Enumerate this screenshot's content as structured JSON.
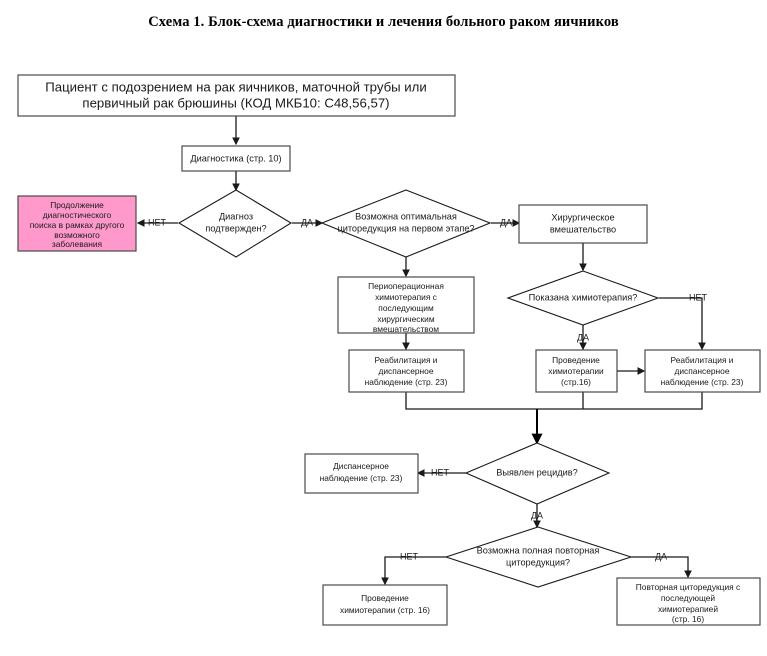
{
  "title": "Схема 1. Блок-схема диагностики и лечения больного раком яичников",
  "colors": {
    "highlight_fill": "#FF99CC",
    "box_stroke": "#4A4A4A",
    "line": "#1A1A1A",
    "background": "#FFFFFF"
  },
  "nodes": {
    "patient": {
      "shape": "process",
      "lines": [
        "Пациент с подозрением на рак яичников, маточной трубы или",
        "первичный рак брюшины (КОД МКБ10: С48,56,57)"
      ]
    },
    "diagnostics": {
      "shape": "process",
      "lines": [
        "Диагностика (стр. 10)"
      ]
    },
    "continue_search": {
      "shape": "process",
      "highlighted": true,
      "lines": [
        "Продолжение",
        "диагностического",
        "поиска в рамках другого",
        "возможного",
        "заболевания"
      ]
    },
    "diagnosis_confirmed": {
      "shape": "decision",
      "lines": [
        "Диагноз",
        "подтвержден?"
      ]
    },
    "optimal_cytoreduction": {
      "shape": "decision",
      "lines": [
        "Возможна оптимальная",
        "циторедукция на первом этапе?"
      ]
    },
    "surgery": {
      "shape": "process",
      "lines": [
        "Хирургическое",
        "вмешательство"
      ]
    },
    "perioperative_chemo": {
      "shape": "process",
      "lines": [
        "Периоперационная",
        "химиотерапия с",
        "последующим",
        "хирургическим",
        "вмешательством"
      ]
    },
    "chemo_indicated": {
      "shape": "decision",
      "lines": [
        "Показана химиотерапия?"
      ]
    },
    "rehab_left": {
      "shape": "process",
      "lines": [
        "Реабилитация и",
        "диспансерное",
        "наблюдение (стр. 23)"
      ]
    },
    "chemo_course": {
      "shape": "process",
      "lines": [
        "Проведение",
        "химиотерапии",
        "(стр.16)"
      ]
    },
    "rehab_right": {
      "shape": "process",
      "lines": [
        "Реабилитация и",
        "диспансерное",
        "наблюдение (стр. 23)"
      ]
    },
    "dispensary_obs": {
      "shape": "process",
      "lines": [
        "Диспансерное",
        "наблюдение (стр. 23)"
      ]
    },
    "relapse_detected": {
      "shape": "decision",
      "lines": [
        "Выявлен рецидив?"
      ]
    },
    "full_repeat_cytoreduction": {
      "shape": "decision",
      "lines": [
        "Возможна полная повторная",
        "циторедукция?"
      ]
    },
    "chemo_bottom": {
      "shape": "process",
      "lines": [
        "Проведение",
        "химиотерапии (стр. 16)"
      ]
    },
    "repeat_cytoreduction": {
      "shape": "process",
      "lines": [
        "Повторная циторедукция с",
        "последующей",
        "химиотерапией",
        "(стр. 16)"
      ]
    }
  },
  "edge_labels": {
    "diagnosis_no": "НЕТ",
    "diagnosis_yes": "ДА",
    "cytoreduction_yes": "ДА",
    "chemo_yes": "ДА",
    "chemo_no": "НЕТ",
    "relapse_no": "НЕТ",
    "relapse_yes": "ДА",
    "repeat_no": "НЕТ",
    "repeat_yes": "ДА"
  }
}
